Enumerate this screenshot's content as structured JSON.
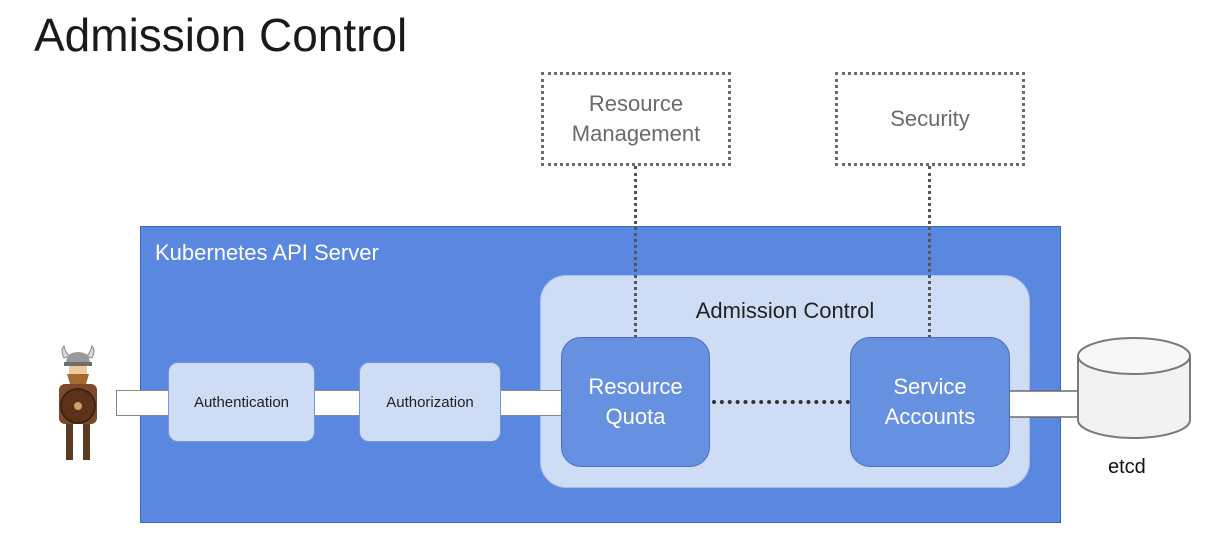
{
  "title": "Admission Control",
  "external": {
    "resource_management": [
      "Resource",
      "Management"
    ],
    "security": "Security"
  },
  "api_server": {
    "label": "Kubernetes API Server",
    "authentication": "Authentication",
    "authorization": "Authorization",
    "admission_control": {
      "label": "Admission Control",
      "resource_quota": [
        "Resource",
        "Quota"
      ],
      "service_accounts": [
        "Service",
        "Accounts"
      ]
    }
  },
  "storage": {
    "label": "etcd"
  },
  "icons": {
    "user": "viking-user-icon",
    "database": "etcd-database-icon"
  }
}
